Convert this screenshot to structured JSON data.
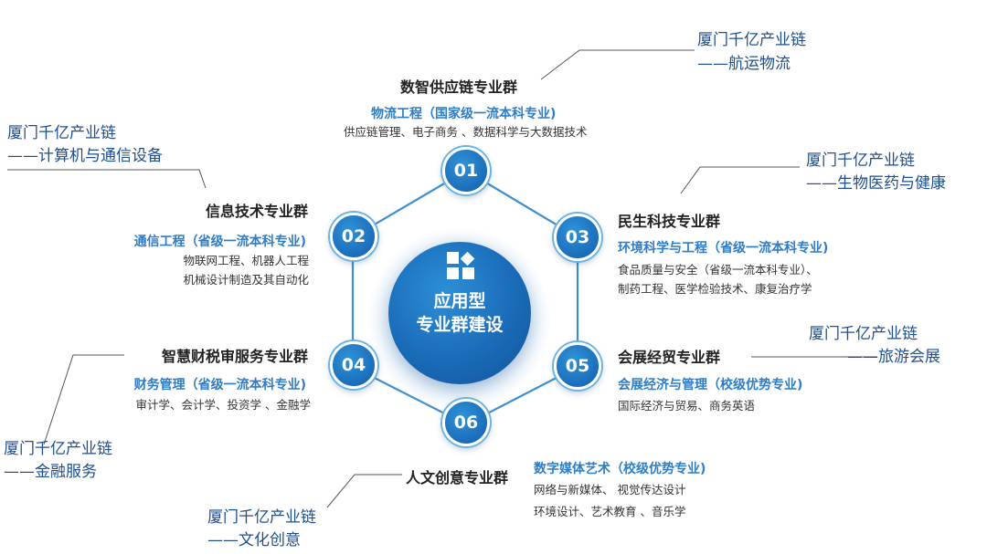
{
  "center": {
    "line1": "应用型",
    "line2": "专业群建设",
    "icon": "grid-diamond-icon"
  },
  "colors": {
    "primary": "#1a6bb8",
    "major": "#2d7dc7",
    "chain": "#1f4e8c",
    "ring": "#6bb3e3"
  },
  "groups": [
    {
      "num": "01",
      "title": "数智供应链专业群",
      "major": "物流工程（国家级一流本科专业)",
      "subs": [
        "供应链管理、电子商务 、数据科学与大数据技术"
      ],
      "chain": [
        "厦门千亿产业链",
        "——航运物流"
      ]
    },
    {
      "num": "02",
      "title": "信息技术专业群",
      "major": "通信工程（省级一流本科专业)",
      "subs": [
        "物联网工程、机器人工程",
        "机械设计制造及其自动化"
      ],
      "chain": [
        "厦门千亿产业链",
        "——计算机与通信设备"
      ]
    },
    {
      "num": "03",
      "title": "民生科技专业群",
      "major": "环境科学与工程（省级一流本科专业)",
      "subs": [
        "食品质量与安全（省级一流本科专业）、",
        "制药工程、医学检验技术、康复治疗学"
      ],
      "chain": [
        "厦门千亿产业链",
        "——生物医药与健康"
      ]
    },
    {
      "num": "04",
      "title": "智慧财税审服务专业群",
      "major": "财务管理（省级一流本科专业)",
      "subs": [
        "审计学、会计学、投资学 、金融学"
      ],
      "chain": [
        "厦门千亿产业链",
        "——金融服务"
      ]
    },
    {
      "num": "05",
      "title": "会展经贸专业群",
      "major": "会展经济与管理（校级优势专业)",
      "subs": [
        "国际经济与贸易、商务英语"
      ],
      "chain": [
        "厦门千亿产业链",
        "——旅游会展"
      ]
    },
    {
      "num": "06",
      "title": "人文创意专业群",
      "major": "数字媒体艺术（校级优势专业)",
      "subs": [
        "网络与新媒体、 视觉传达设计",
        "环境设计、艺术教育 、音乐学"
      ],
      "chain": [
        "厦门千亿产业链",
        "——文化创意"
      ]
    }
  ]
}
